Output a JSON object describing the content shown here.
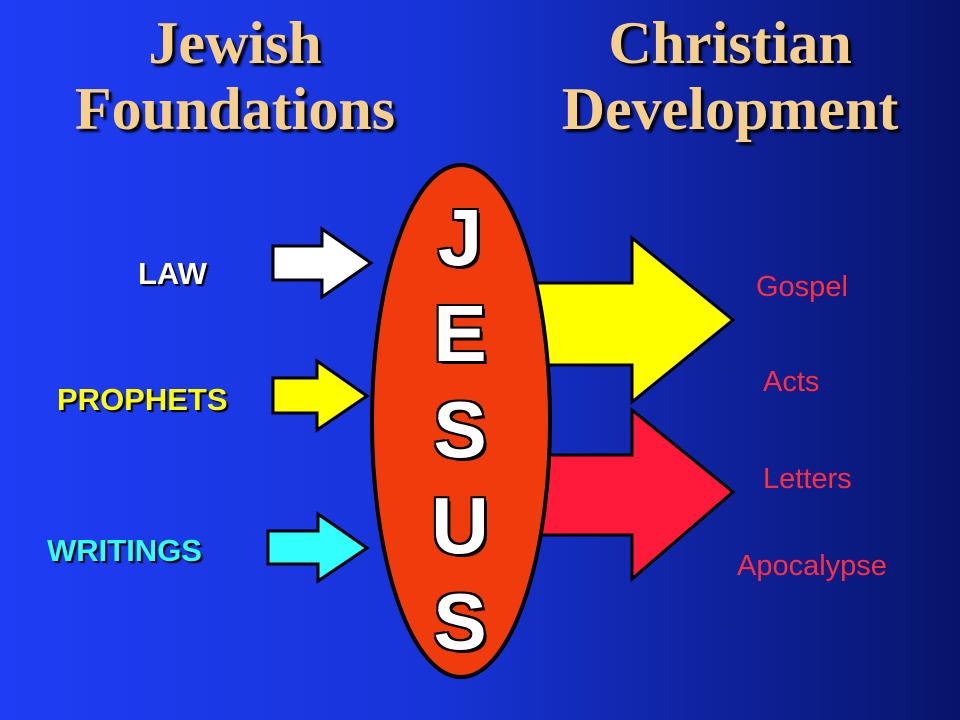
{
  "headings": {
    "left": [
      "Jewish",
      "Foundations"
    ],
    "right": [
      "Christian",
      "Development"
    ]
  },
  "inputs": [
    {
      "label": "LAW",
      "color": "#ffffff"
    },
    {
      "label": "PROPHETS",
      "color": "#ffff00"
    },
    {
      "label": "WRITINGS",
      "color": "#33ffff"
    }
  ],
  "center": {
    "letters": [
      "J",
      "E",
      "S",
      "U",
      "S"
    ],
    "color": "#f03c0c"
  },
  "outputs": {
    "upper_arrow_color": "#ffff00",
    "lower_arrow_color": "#ff1a3a",
    "labels": [
      "Gospel",
      "Acts",
      "Letters",
      "Apocalypse"
    ],
    "label_color": "#ff2f3f"
  }
}
